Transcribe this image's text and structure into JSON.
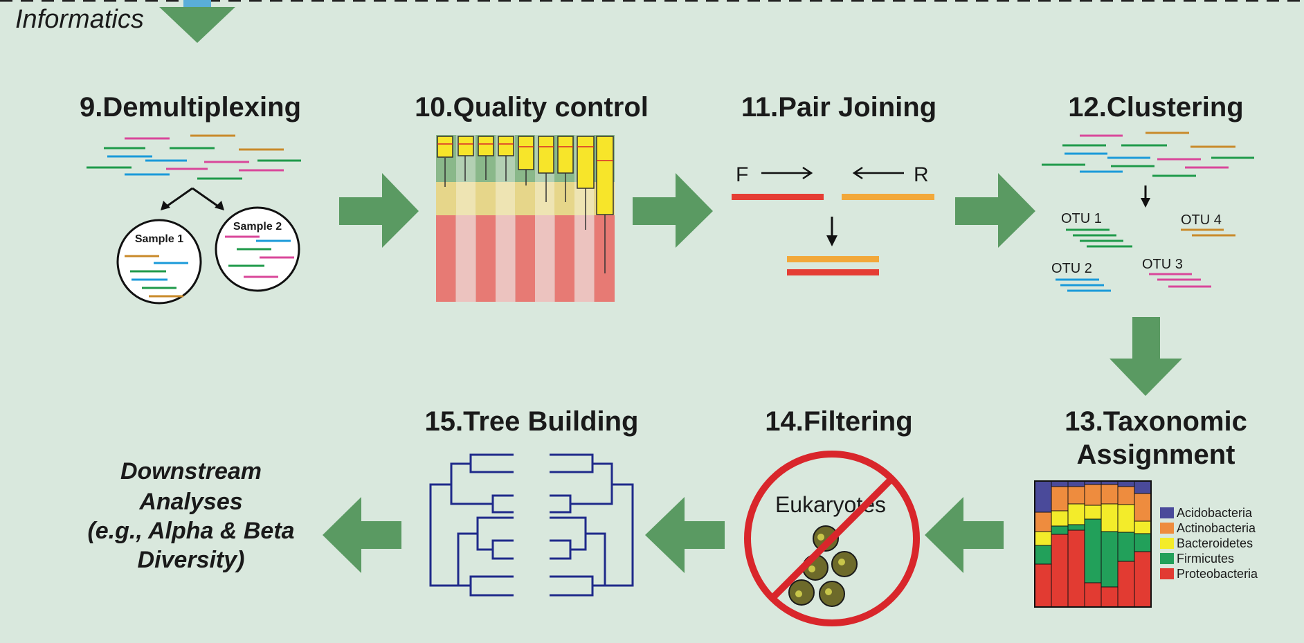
{
  "header": {
    "label": "Informatics"
  },
  "steps": {
    "demux": {
      "title": "9.Demultiplexing",
      "sample1": "Sample 1",
      "sample2": "Sample 2"
    },
    "qc": {
      "title": "10.Quality control"
    },
    "pair": {
      "title": "11.Pair Joining",
      "forward": "F",
      "reverse": "R"
    },
    "cluster": {
      "title": "12.Clustering",
      "otu1": "OTU 1",
      "otu2": "OTU 2",
      "otu3": "OTU 3",
      "otu4": "OTU 4"
    },
    "taxa": {
      "title_line1": "13.Taxonomic",
      "title_line2": "Assignment",
      "legend": [
        {
          "name": "Acidobacteria",
          "color": "#4a4a9a"
        },
        {
          "name": "Actinobacteria",
          "color": "#ee8c3e"
        },
        {
          "name": "Bacteroidetes",
          "color": "#f3ec2a"
        },
        {
          "name": "Firmicutes",
          "color": "#22a05a"
        },
        {
          "name": "Proteobacteria",
          "color": "#e23b32"
        }
      ]
    },
    "filter": {
      "title": "14.Filtering",
      "eukaryotes": "Eukaryotes"
    },
    "tree": {
      "title": "15.Tree Building"
    },
    "downstream": {
      "line1": "Downstream",
      "line2": "Analyses",
      "line3": "(e.g., Alpha & Beta",
      "line4": "Diversity)"
    }
  },
  "colors": {
    "background": "#d9e8dd",
    "arrow": "#5a9a62",
    "read_pink": "#d9479a",
    "read_orange": "#c98a2a",
    "read_green": "#1f9a4a",
    "read_blue": "#1a9ad9",
    "tree": "#1f2a8a",
    "forbid": "#d9262b"
  }
}
